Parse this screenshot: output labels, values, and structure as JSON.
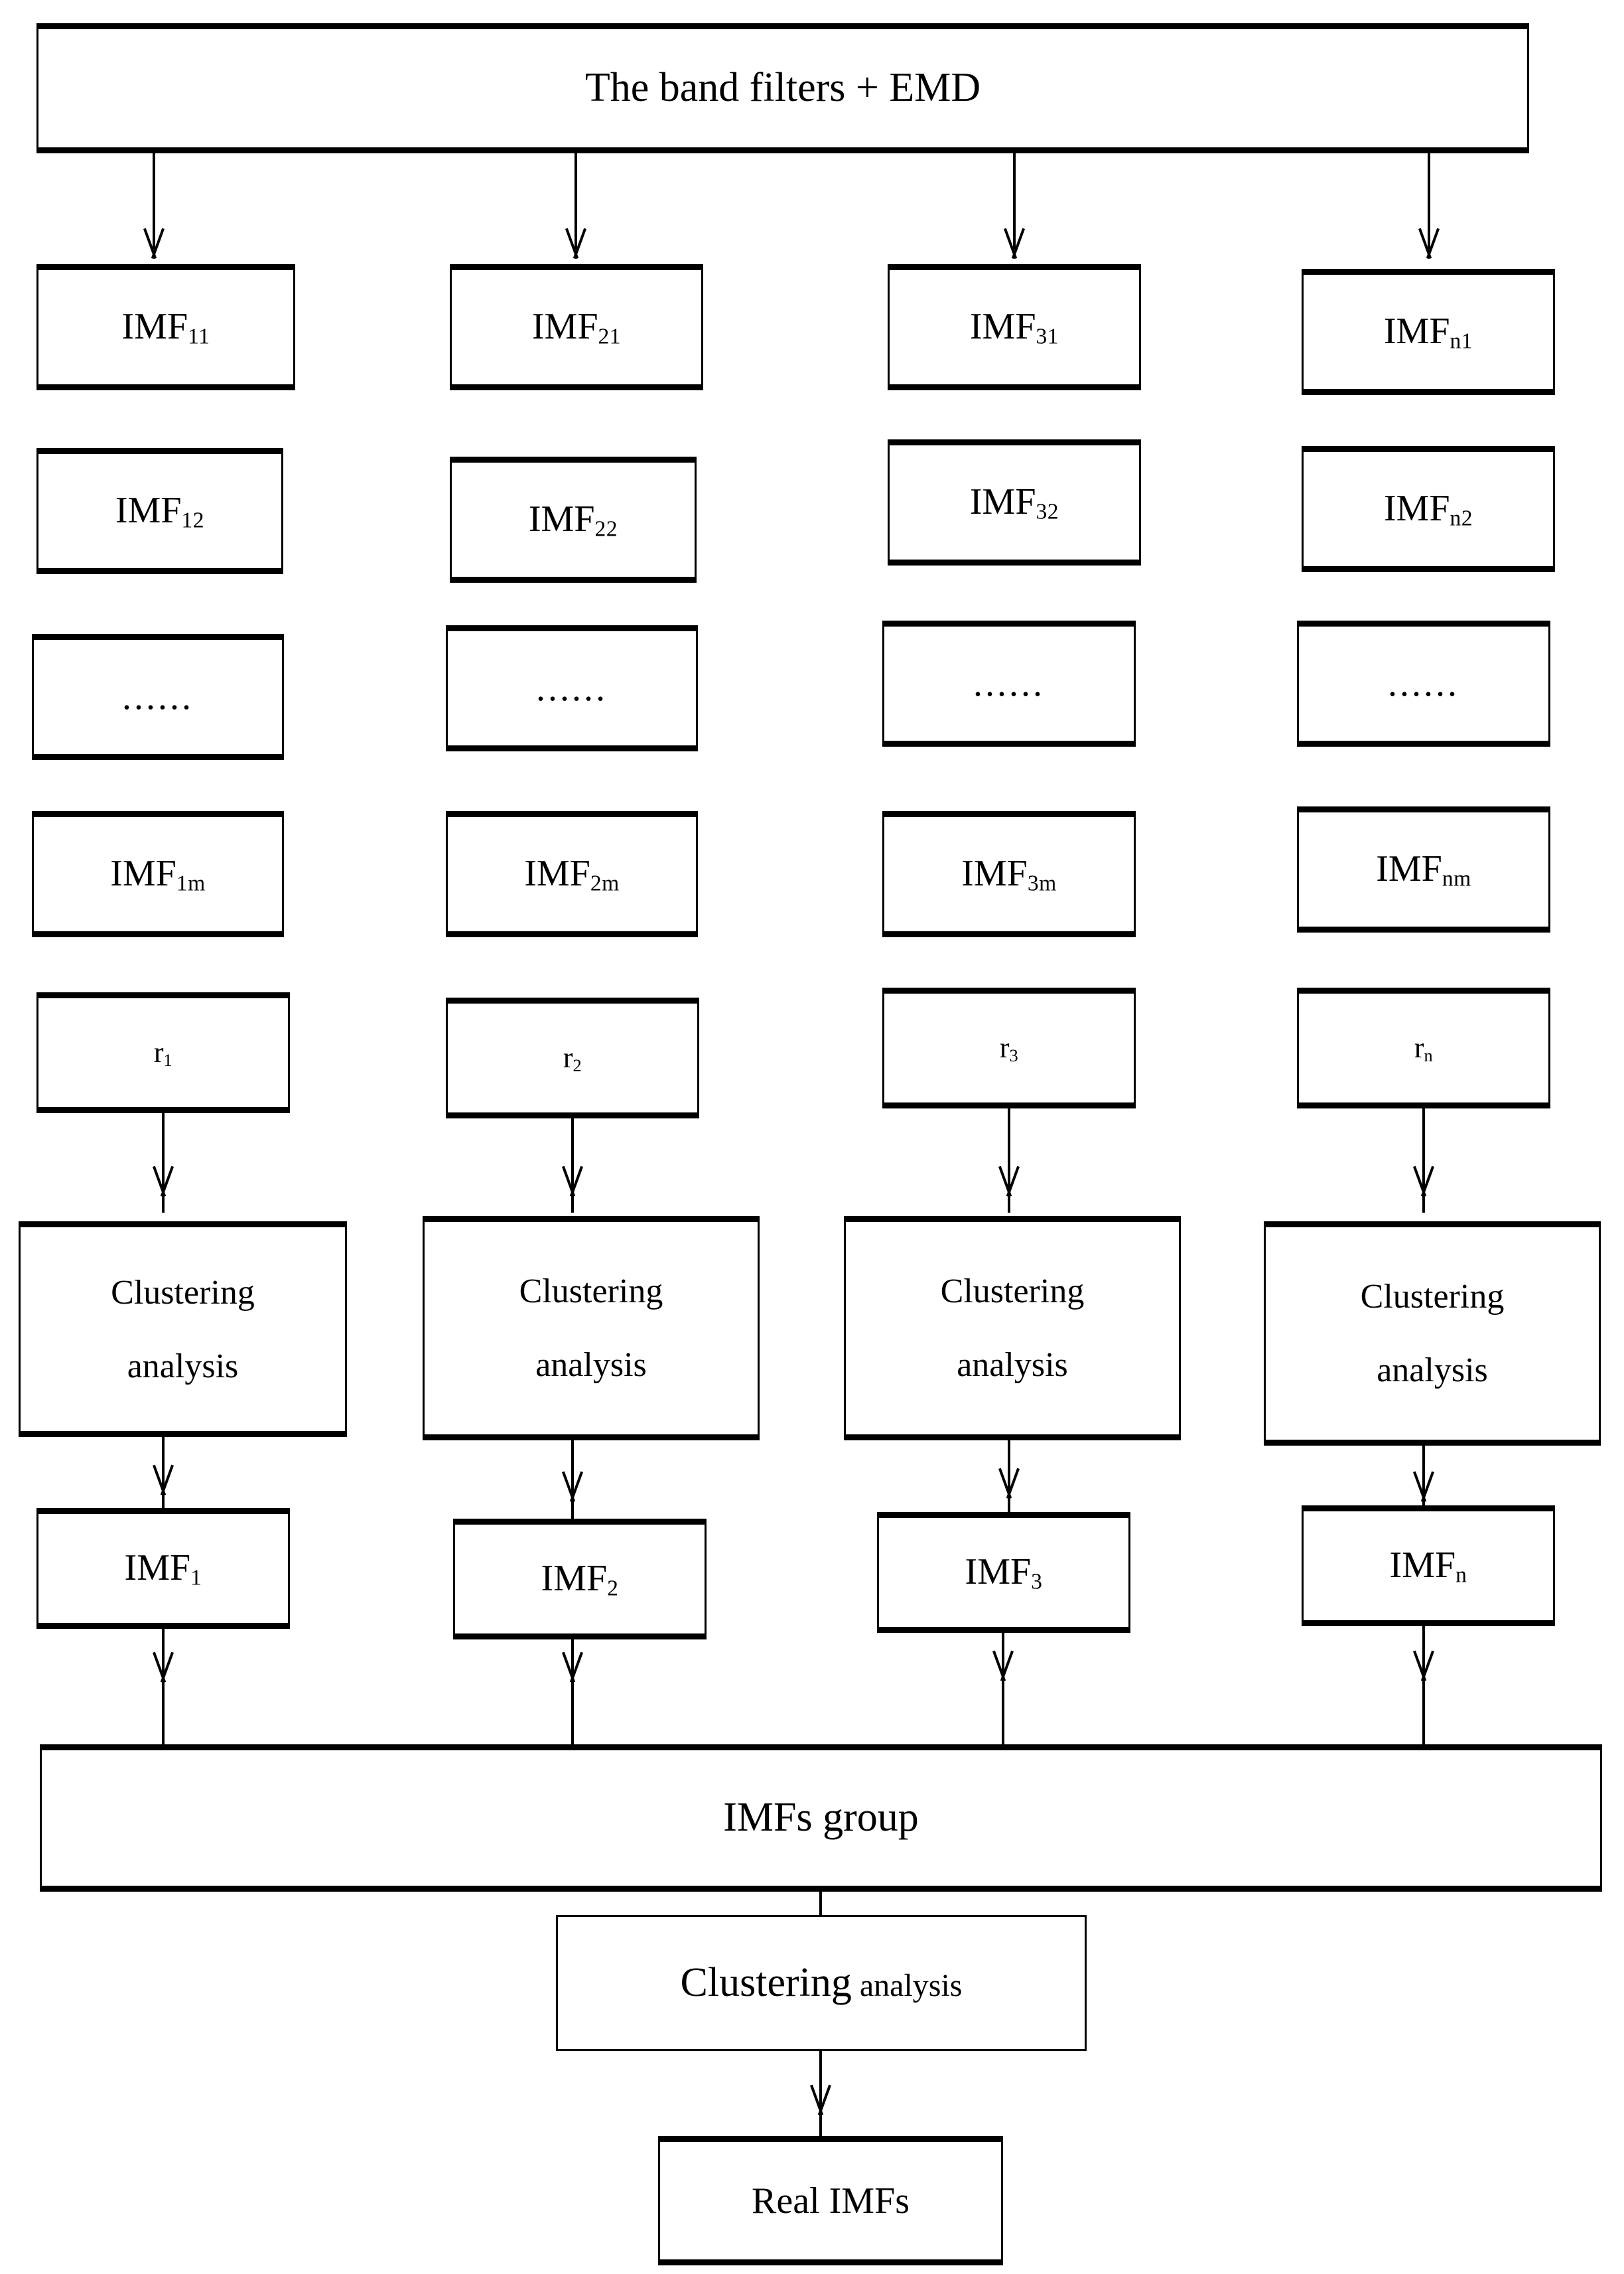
{
  "figure": {
    "type": "flowchart",
    "title": "EMD band-filter IMF clustering flowchart",
    "line_color": "#000000",
    "background": "#ffffff"
  },
  "head": {
    "label": "The band filters + EMD"
  },
  "columns": [
    {
      "index": 1,
      "imf1": {
        "base": "IMF",
        "sub": "11"
      },
      "imf2": {
        "base": "IMF",
        "sub": "12"
      },
      "ellipsis": "......",
      "imfm": {
        "base": "IMF",
        "sub": "1m"
      },
      "residue": {
        "base": "r",
        "sub": "1"
      },
      "cluster_line1": "Clustering",
      "cluster_line2": "analysis",
      "result": {
        "base": "IMF",
        "sub": "1"
      }
    },
    {
      "index": 2,
      "imf1": {
        "base": "IMF",
        "sub": "21"
      },
      "imf2": {
        "base": "IMF",
        "sub": "22"
      },
      "ellipsis": "......",
      "imfm": {
        "base": "IMF",
        "sub": "2m"
      },
      "residue": {
        "base": "r",
        "sub": "2"
      },
      "cluster_line1": "Clustering",
      "cluster_line2": "analysis",
      "result": {
        "base": "IMF",
        "sub": "2"
      }
    },
    {
      "index": 3,
      "imf1": {
        "base": "IMF",
        "sub": "31"
      },
      "imf2": {
        "base": "IMF",
        "sub": "32"
      },
      "ellipsis": "......",
      "imfm": {
        "base": "IMF",
        "sub": "3m"
      },
      "residue": {
        "base": "r",
        "sub": "3"
      },
      "cluster_line1": "Clustering",
      "cluster_line2": "analysis",
      "result": {
        "base": "IMF",
        "sub": "3"
      }
    },
    {
      "index": 4,
      "imf1": {
        "base": "IMF",
        "sub": "n1"
      },
      "imf2": {
        "base": "IMF",
        "sub": "n2"
      },
      "ellipsis": "......",
      "imfm": {
        "base": "IMF",
        "sub": "nm"
      },
      "residue": {
        "base": "r",
        "sub": "n"
      },
      "cluster_line1": "Clustering",
      "cluster_line2": "analysis",
      "result": {
        "base": "IMF",
        "sub": "n"
      }
    }
  ],
  "group": {
    "label": "IMFs  group"
  },
  "final_cluster": {
    "line_main": "Clustering",
    "line_sub": "analysis"
  },
  "output": {
    "label": "Real IMFs"
  }
}
